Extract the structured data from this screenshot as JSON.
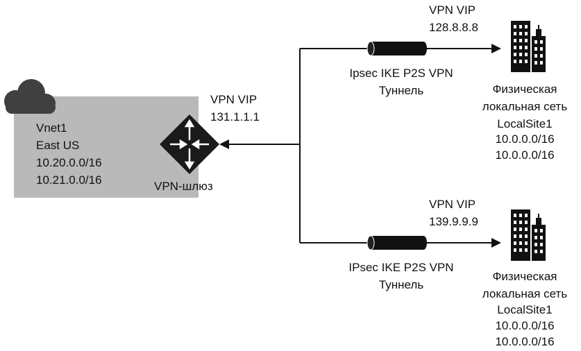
{
  "vnet": {
    "lines": [
      "Vnet1",
      "East US",
      "10.20.0.0/16",
      "10.21.0.0/16"
    ]
  },
  "gateway": {
    "vip_label": "VPN VIP",
    "vip_address": "131.1.1.1",
    "label": "VPN-шлюз"
  },
  "sites": [
    {
      "vip_label": "VPN VIP",
      "vip_address": "128.8.8.8",
      "tunnel_line1": "Ipsec IKE P2S VPN",
      "tunnel_line2": "Туннель",
      "site_lines": [
        "Физическая",
        "локальная сеть",
        "LocalSite1",
        "10.0.0.0/16",
        "10.0.0.0/16"
      ]
    },
    {
      "vip_label": "VPN VIP",
      "vip_address": "139.9.9.9",
      "tunnel_line1": "IPsec IKE P2S VPN",
      "tunnel_line2": "Туннель",
      "site_lines": [
        "Физическая",
        "локальная сеть",
        "LocalSite1",
        "10.0.0.0/16",
        "10.0.0.0/16"
      ]
    }
  ],
  "icons": [
    "cloud-icon",
    "router-icon",
    "tunnel-cylinder-icon",
    "building-icon"
  ],
  "colors": {
    "vnet_fill": "#b9b9b9",
    "cloud": "#404040",
    "router": "#1a1a1a",
    "line": "#111111"
  }
}
